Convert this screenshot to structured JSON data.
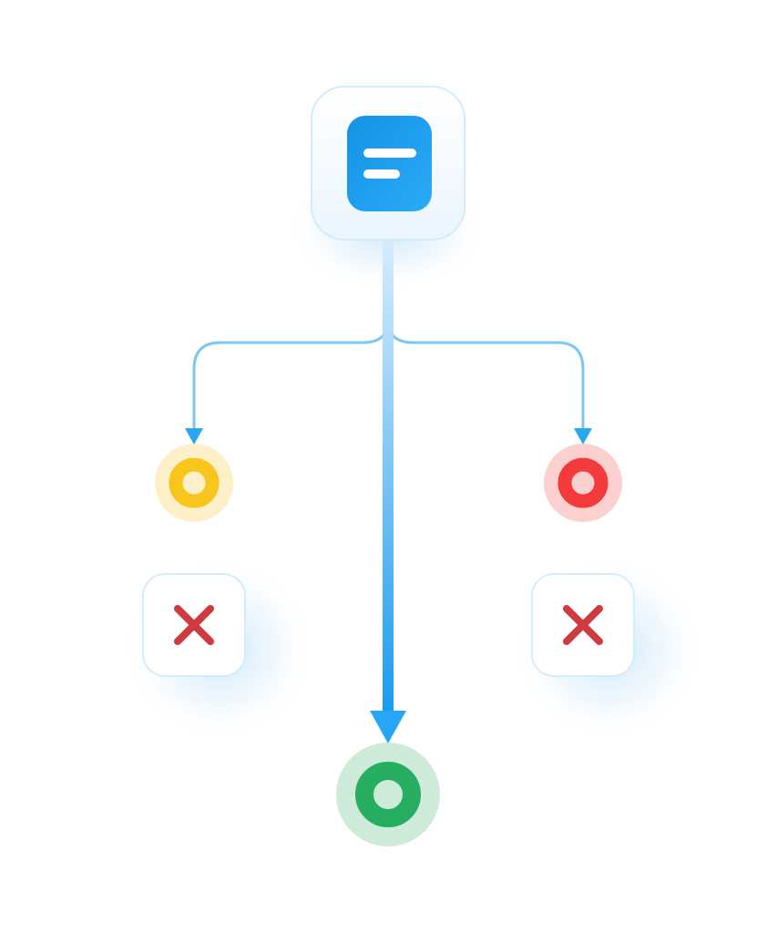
{
  "diagram": {
    "source_node": {
      "icon": "text-lines-icon"
    },
    "branches": [
      {
        "id": "left",
        "status": "warning",
        "marker_icon": "ring-icon",
        "result_icon": "close-icon"
      },
      {
        "id": "center",
        "status": "success",
        "marker_icon": "ring-icon"
      },
      {
        "id": "right",
        "status": "error",
        "marker_icon": "ring-icon",
        "result_icon": "close-icon"
      }
    ]
  },
  "colors": {
    "primary_blue": "#1d9cf0",
    "connector_blue": "#7cc6f4",
    "warning_yellow": "#f8c51c",
    "warning_halo": "#fdf0c8",
    "error_red": "#f43b3b",
    "error_halo": "#fdd0d0",
    "success_green": "#27ae60",
    "success_halo": "#cdebd8",
    "cross_red": "#cf3a3e"
  }
}
